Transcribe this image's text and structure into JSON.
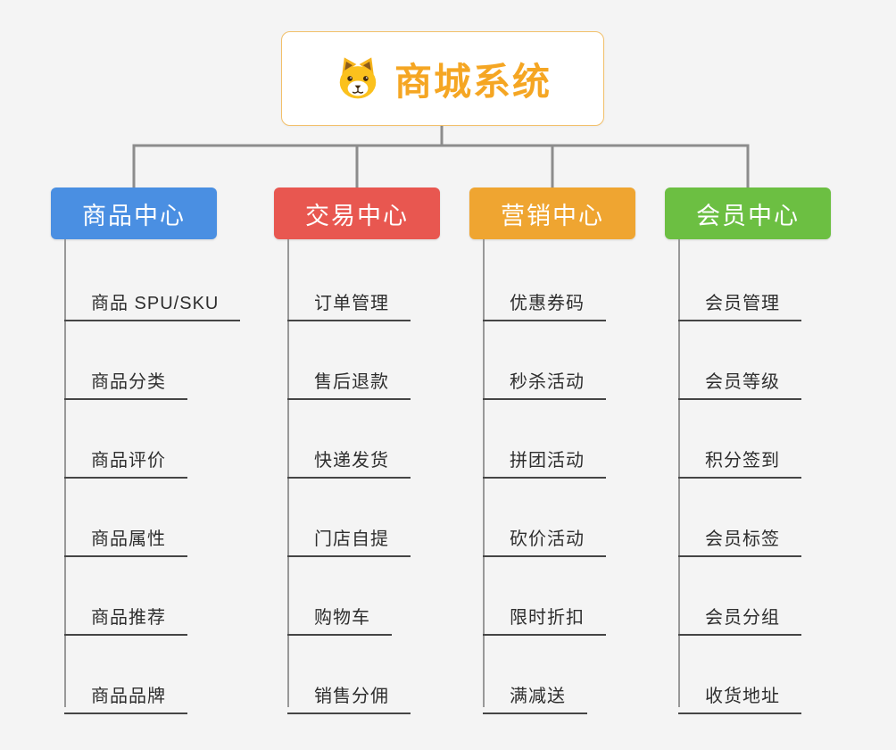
{
  "root": {
    "title": "商城系统",
    "icon": "shiba-dog-icon",
    "title_color": "#f5a623"
  },
  "connector_color": "#8c8c8c",
  "branches": [
    {
      "label": "商品中心",
      "color": "#4a8fe2",
      "children": [
        "商品 SPU/SKU",
        "商品分类",
        "商品评价",
        "商品属性",
        "商品推荐",
        "商品品牌"
      ]
    },
    {
      "label": "交易中心",
      "color": "#e85750",
      "children": [
        "订单管理",
        "售后退款",
        "快递发货",
        "门店自提",
        "购物车",
        "销售分佣"
      ]
    },
    {
      "label": "营销中心",
      "color": "#efa531",
      "children": [
        "优惠券码",
        "秒杀活动",
        "拼团活动",
        "砍价活动",
        "限时折扣",
        "满减送"
      ]
    },
    {
      "label": "会员中心",
      "color": "#6cbf42",
      "children": [
        "会员管理",
        "会员等级",
        "积分签到",
        "会员标签",
        "会员分组",
        "收货地址"
      ]
    }
  ]
}
